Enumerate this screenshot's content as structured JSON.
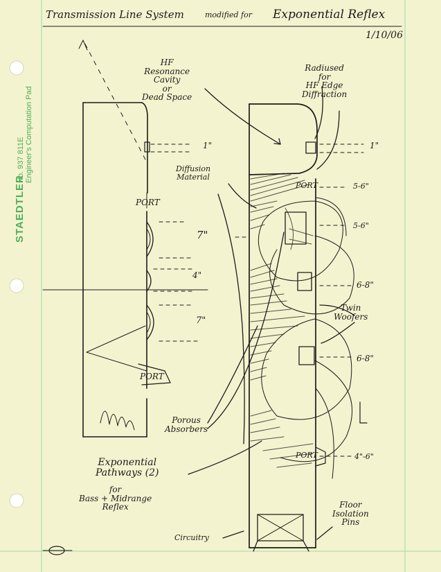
{
  "header": {
    "title_left": "Transmission Line System",
    "title_mid": "modified for",
    "title_right": "Exponential Reflex",
    "date": "1/10/06"
  },
  "pad_branding": {
    "brand": "STAEDTLER",
    "product_no": "No. 937 811E",
    "product_name": "Engineer's Computation Pad"
  },
  "labels": {
    "hf_cavity": "HF\nResonance\nCavity\nor\nDead Space",
    "radiused": "Radiused\nfor\nHF Edge\nDiffraction",
    "diffusion": "Diffusion\nMaterial",
    "port_top_left": "PORT",
    "port_bottom_left": "PORT",
    "port_right_top": "PORT",
    "port_right_bottom": "PORT",
    "twin_woofers": "Twin\nWoofers",
    "porous": "Porous\nAbsorbers",
    "exp_path": "Exponential\nPathways (2)",
    "for_bass": "for\nBass + Midrange\nReflex",
    "floor": "Floor\nIsolation\nPins",
    "circuitry": "Circuitry"
  },
  "dimensions_left": [
    "1\"",
    "7\"",
    "4\"",
    "7\""
  ],
  "dimensions_right": [
    "1\"",
    "5-6\"",
    "5-6\"",
    "6-8\"",
    "6-8\"",
    "4\"-6\""
  ],
  "colors": {
    "paper": "#f4f3cf",
    "grid": "#9ed8a6",
    "pad_green": "#4fae5a",
    "ink": "#1b1b1b"
  }
}
